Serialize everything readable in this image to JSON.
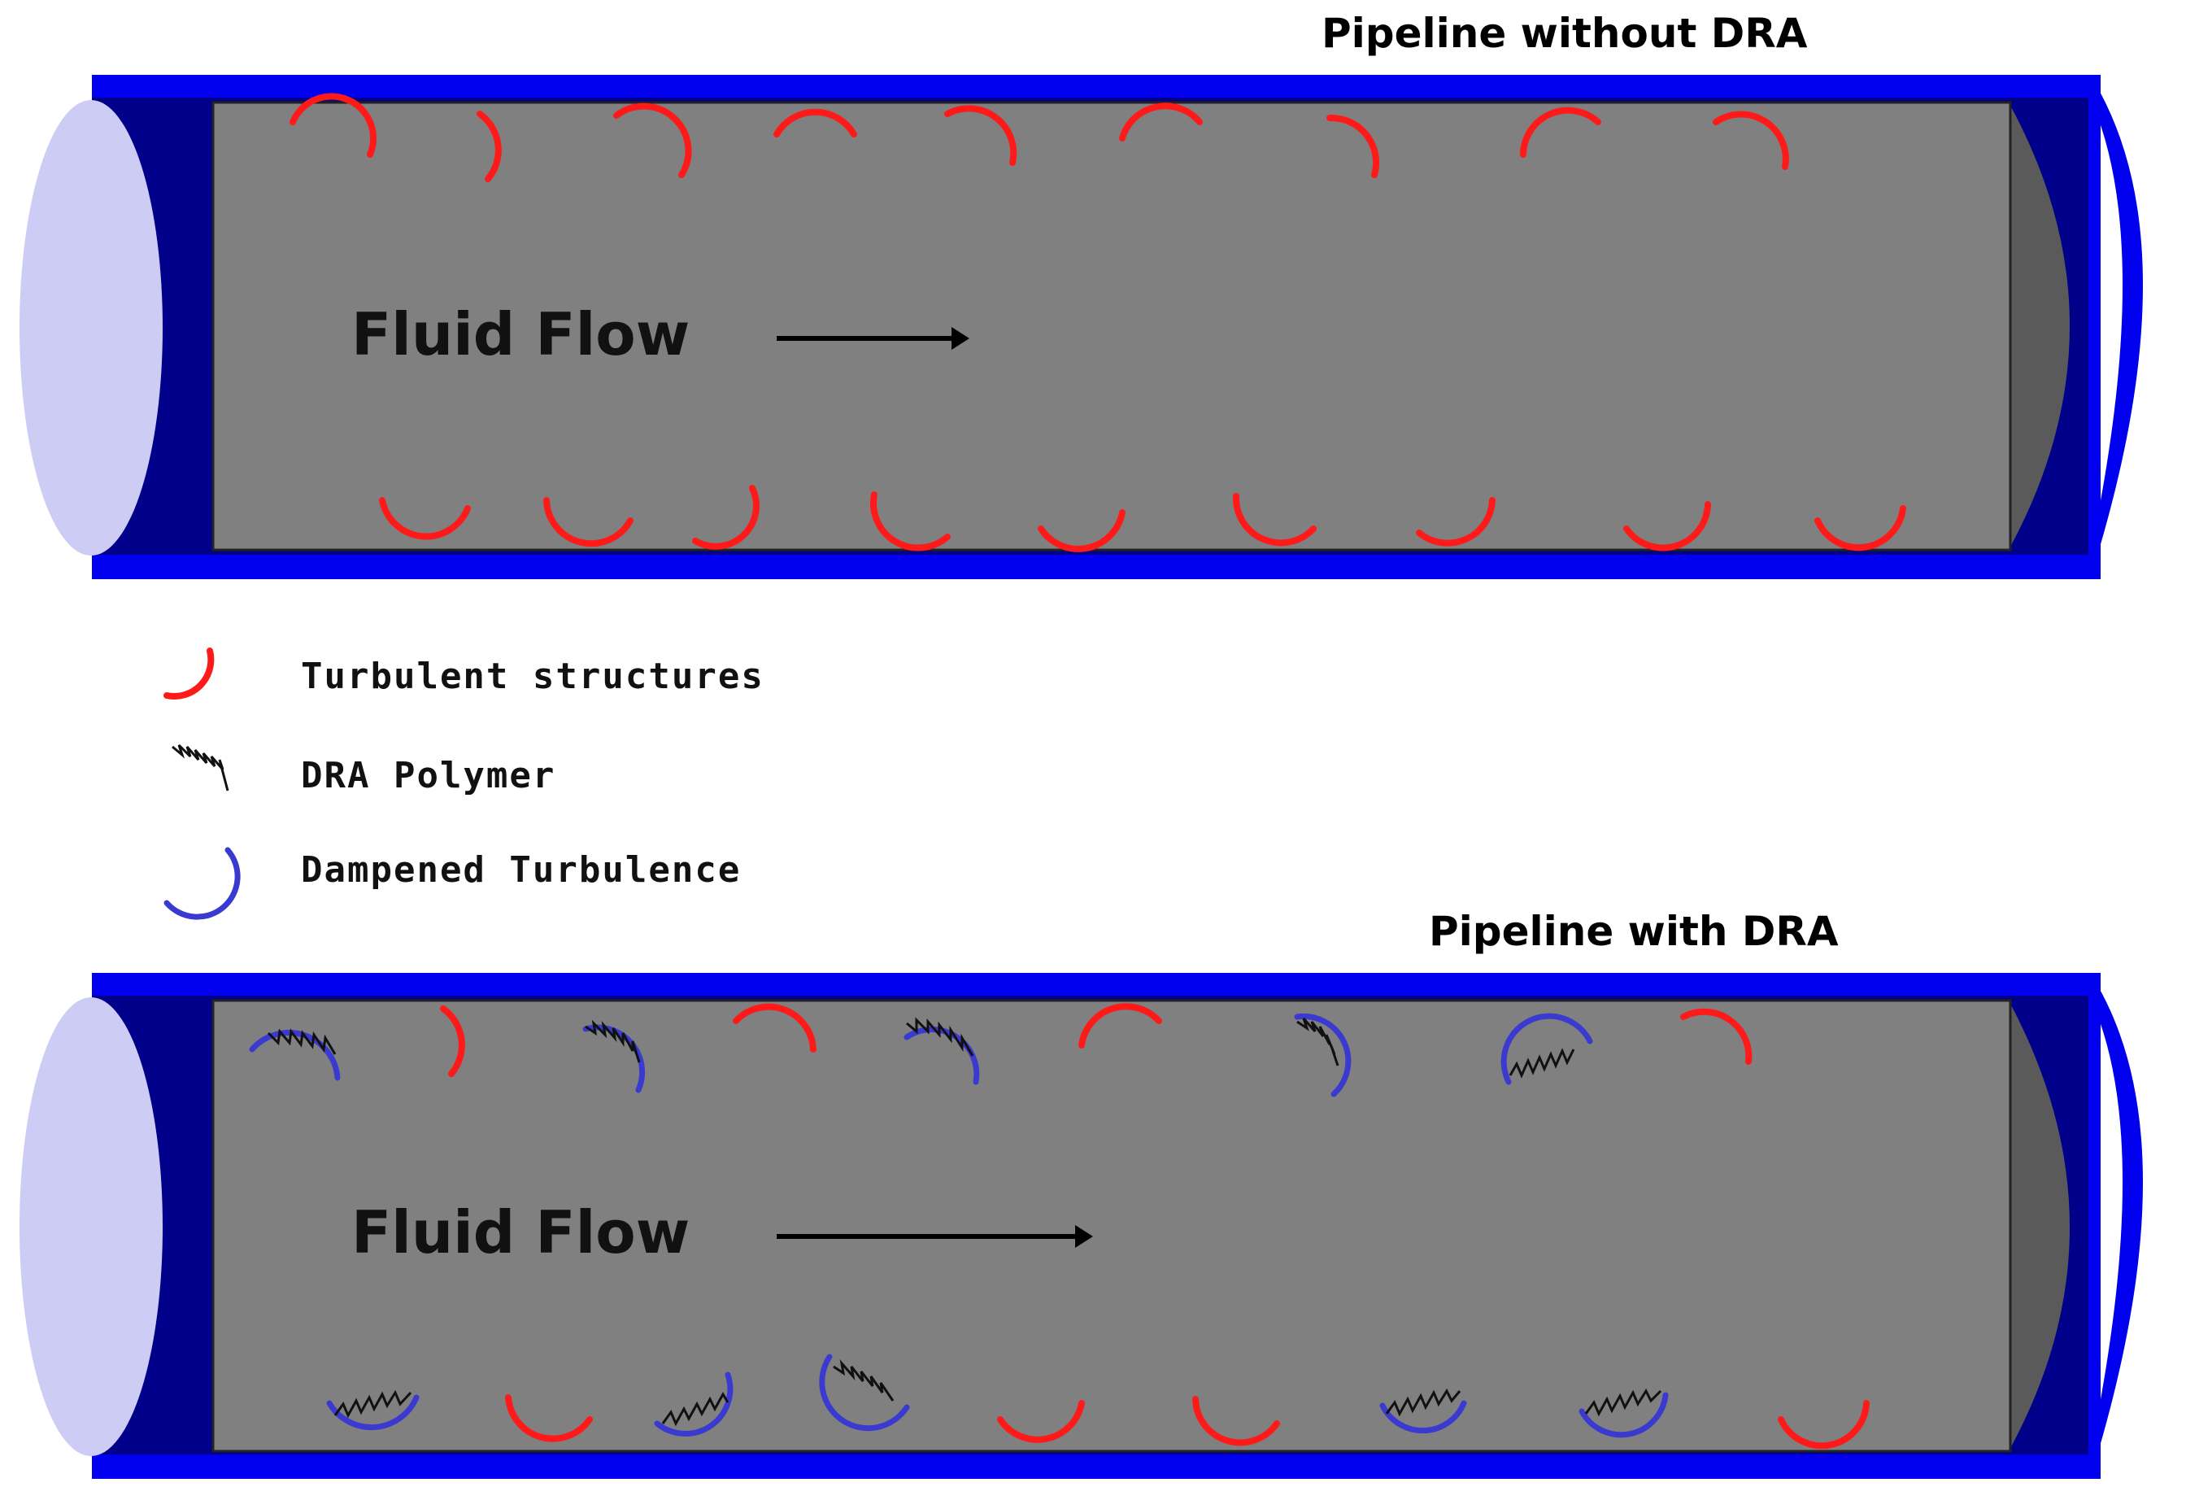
{
  "pipelines": {
    "top": {
      "title": "Pipeline without  DRA",
      "flow_label": "Fluid Flow"
    },
    "bottom": {
      "title": "Pipeline with DRA",
      "flow_label": "Fluid Flow"
    }
  },
  "legend": {
    "items": [
      {
        "label": "Turbulent structures",
        "icon": "turbulent-structure-icon"
      },
      {
        "label": "DRA Polymer",
        "icon": "dra-polymer-icon"
      },
      {
        "label": "Dampened Turbulence",
        "icon": "dampened-turbulence-icon"
      }
    ]
  },
  "colors": {
    "pipe_wall": "#0000ee",
    "pipe_wall_dark": "#00008a",
    "fluid": "#808080",
    "end_cap": "#ccccf5",
    "turbulent": "#ff1a1a",
    "dampened": "#3a3ad0",
    "polymer": "#111111"
  }
}
